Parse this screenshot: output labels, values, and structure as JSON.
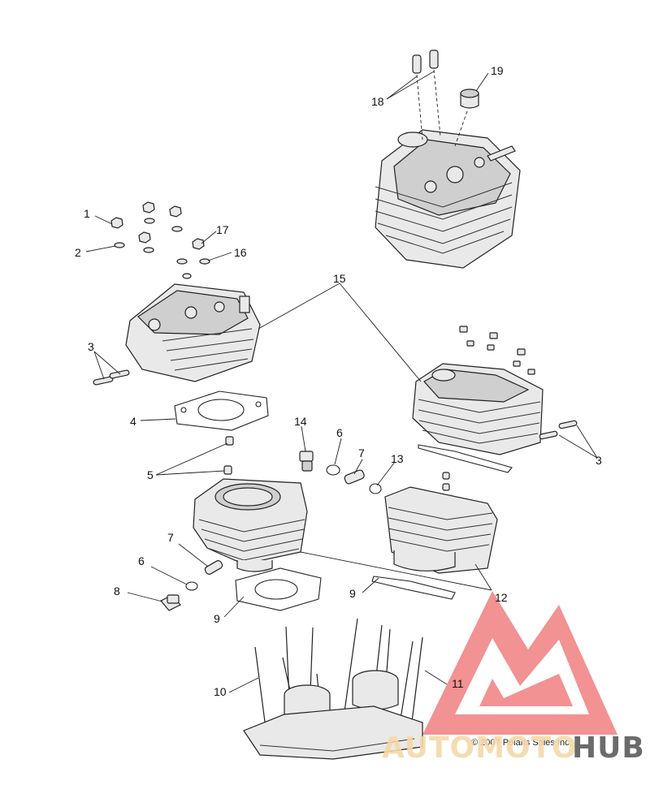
{
  "diagram": {
    "callouts": [
      "1",
      "2",
      "3",
      "3",
      "4",
      "5",
      "6",
      "6",
      "7",
      "7",
      "8",
      "9",
      "9",
      "10",
      "11",
      "12",
      "13",
      "14",
      "15",
      "16",
      "17",
      "18",
      "19"
    ],
    "copyright": "© 2007 Polaris Sales Inc."
  },
  "watermark": {
    "word_light": "AUTOMOTO",
    "word_dark": "HUB",
    "colors": {
      "triangle": "#f07f7f",
      "light": "#f5d9a8",
      "dark": "#6b6b6b"
    }
  }
}
